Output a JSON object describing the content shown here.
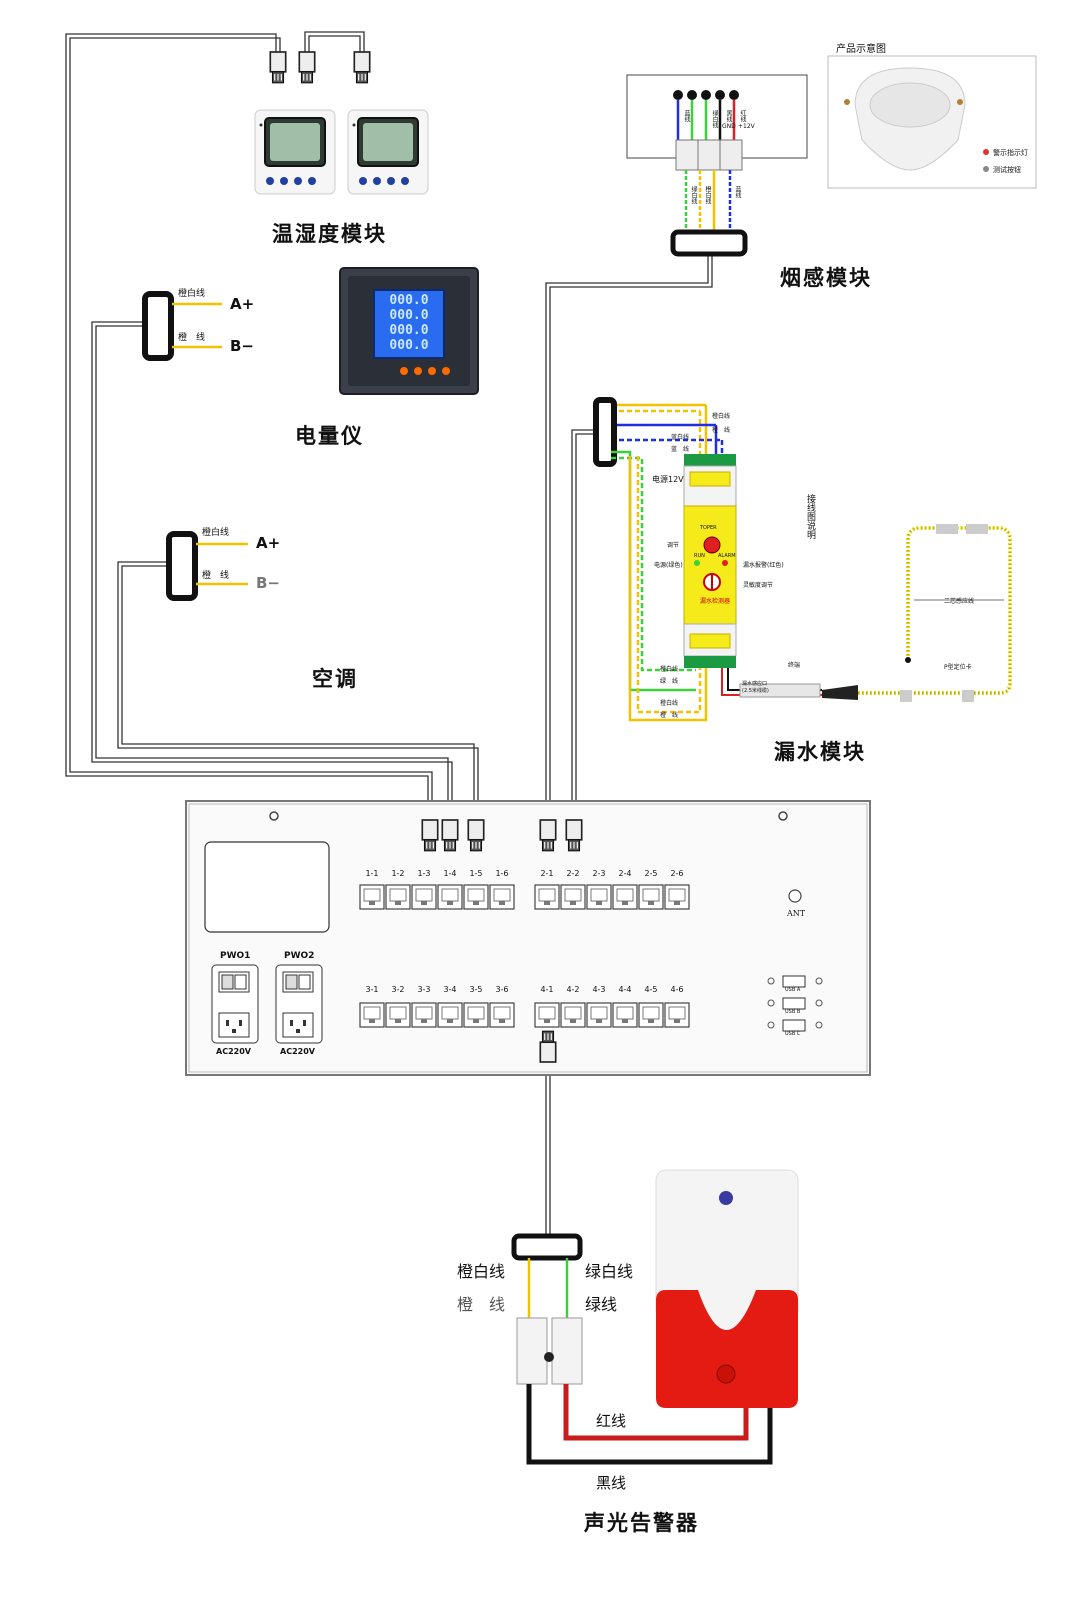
{
  "modules": {
    "temp_humidity": "温湿度模块",
    "meter": "电量仪",
    "aircon": "空调",
    "smoke": "烟感模块",
    "water": "漏水模块",
    "alarm": "声光告警器"
  },
  "meter_display": {
    "r1": "000.0",
    "r2": "000.0",
    "r3": "000.0",
    "r4": "000.0"
  },
  "rs485_meter": {
    "wire1": "橙白线",
    "wire2": "橙　线",
    "a": "A+",
    "b": "B−"
  },
  "rs485_aircon": {
    "wire1": "橙白线",
    "wire2": "橙　线",
    "a": "A+",
    "b": "B−"
  },
  "smoke_panel": {
    "top_labels": [
      "蓝线",
      "绿白线",
      "黑线",
      "红线"
    ],
    "gnd": "GND",
    "v12": "+12V",
    "bottom_labels": [
      "绿白线",
      "橙白线",
      "蓝线"
    ],
    "product_title": "产品示意图",
    "legend1": "警示指示灯",
    "legend2": "测试按钮"
  },
  "water_panel": {
    "top_wires": [
      "橙白线",
      "橙　线",
      "蓝白线",
      "蓝　线"
    ],
    "power": "电源12V",
    "device_top": "TOPER",
    "run": "RUN",
    "alarm": "ALARM",
    "left_labels": [
      "调节",
      "电源(绿色)"
    ],
    "right_labels": [
      "漏水报警(红色)",
      "灵敏度调节"
    ],
    "badge": "漏水检测器",
    "bottom_wires": [
      "橙白线",
      "绿　线",
      "橙白线",
      "橙　线"
    ],
    "probe_label": "漏水感应口",
    "probe_sub": "(2.5米线缆)",
    "rope_label": "二芯感应线",
    "rope_end": "终端",
    "end_label": "P型定位卡",
    "side_note": "接线图说明"
  },
  "controller": {
    "row1_left": [
      "1-1",
      "1-2",
      "1-3",
      "1-4",
      "1-5",
      "1-6"
    ],
    "row1_right": [
      "2-1",
      "2-2",
      "2-3",
      "2-4",
      "2-5",
      "2-6"
    ],
    "row2_left": [
      "3-1",
      "3-2",
      "3-3",
      "3-4",
      "3-5",
      "3-6"
    ],
    "row2_right": [
      "4-1",
      "4-2",
      "4-3",
      "4-4",
      "4-5",
      "4-6"
    ],
    "pwr1": "PWO1",
    "pwr2": "PWO2",
    "ac1": "AC220V",
    "ac2": "AC220V",
    "ant": "ANT",
    "usb": [
      "USB A",
      "USB B",
      "USB C"
    ]
  },
  "alarm_wires": {
    "orange_white": "橙白线",
    "orange": "橙　线",
    "green_white": "绿白线",
    "green": "绿线",
    "red": "红线",
    "black": "黑线"
  },
  "colors": {
    "orange": "#f2c200",
    "green": "#3bd13b",
    "blue": "#1e2ee0",
    "red": "#e02020",
    "black": "#111111",
    "yellow_module": "#f5ea1a",
    "siren_red": "#e31b12",
    "meter_screen": "#2a6cf0"
  }
}
